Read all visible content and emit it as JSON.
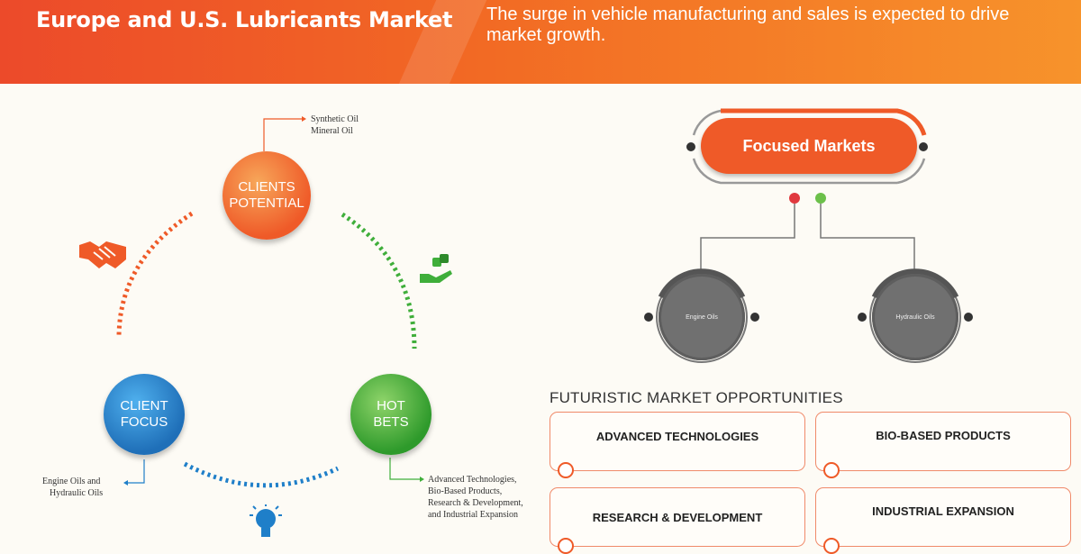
{
  "header": {
    "title": "Europe and U.S. Lubricants Market",
    "tagline": "The surge in vehicle manufacturing and sales is expected to drive market growth."
  },
  "cycle": {
    "clients_potential": {
      "label_line1": "CLIENTS",
      "label_line2": "POTENTIAL",
      "notes": [
        "Synthetic Oil",
        "Mineral Oil"
      ]
    },
    "client_focus": {
      "label_line1": "CLIENT",
      "label_line2": "FOCUS",
      "notes": [
        "Engine Oils and",
        "Hydraulic Oils"
      ]
    },
    "hot_bets": {
      "label_line1": "HOT",
      "label_line2": "BETS",
      "notes": [
        "Advanced Technologies,",
        "Bio-Based Products,",
        "Research & Development,",
        "and Industrial Expansion"
      ]
    },
    "icons": [
      "handshake-icon",
      "dice-hand-icon",
      "lightbulb-icon"
    ]
  },
  "focused_markets": {
    "title": "Focused Markets",
    "items": [
      "Engine Oils",
      "Hydraulic Oils"
    ]
  },
  "opportunities": {
    "title": "FUTURISTIC MARKET OPPORTUNITIES",
    "cards": [
      "ADVANCED TECHNOLOGIES",
      "BIO-BASED PRODUCTS",
      "RESEARCH & DEVELOPMENT",
      "INDUSTRIAL EXPANSION"
    ]
  },
  "colors": {
    "orange": "#ef5a28",
    "blue": "#1f7fc9",
    "green": "#3fae3a",
    "grey": "#707070"
  }
}
